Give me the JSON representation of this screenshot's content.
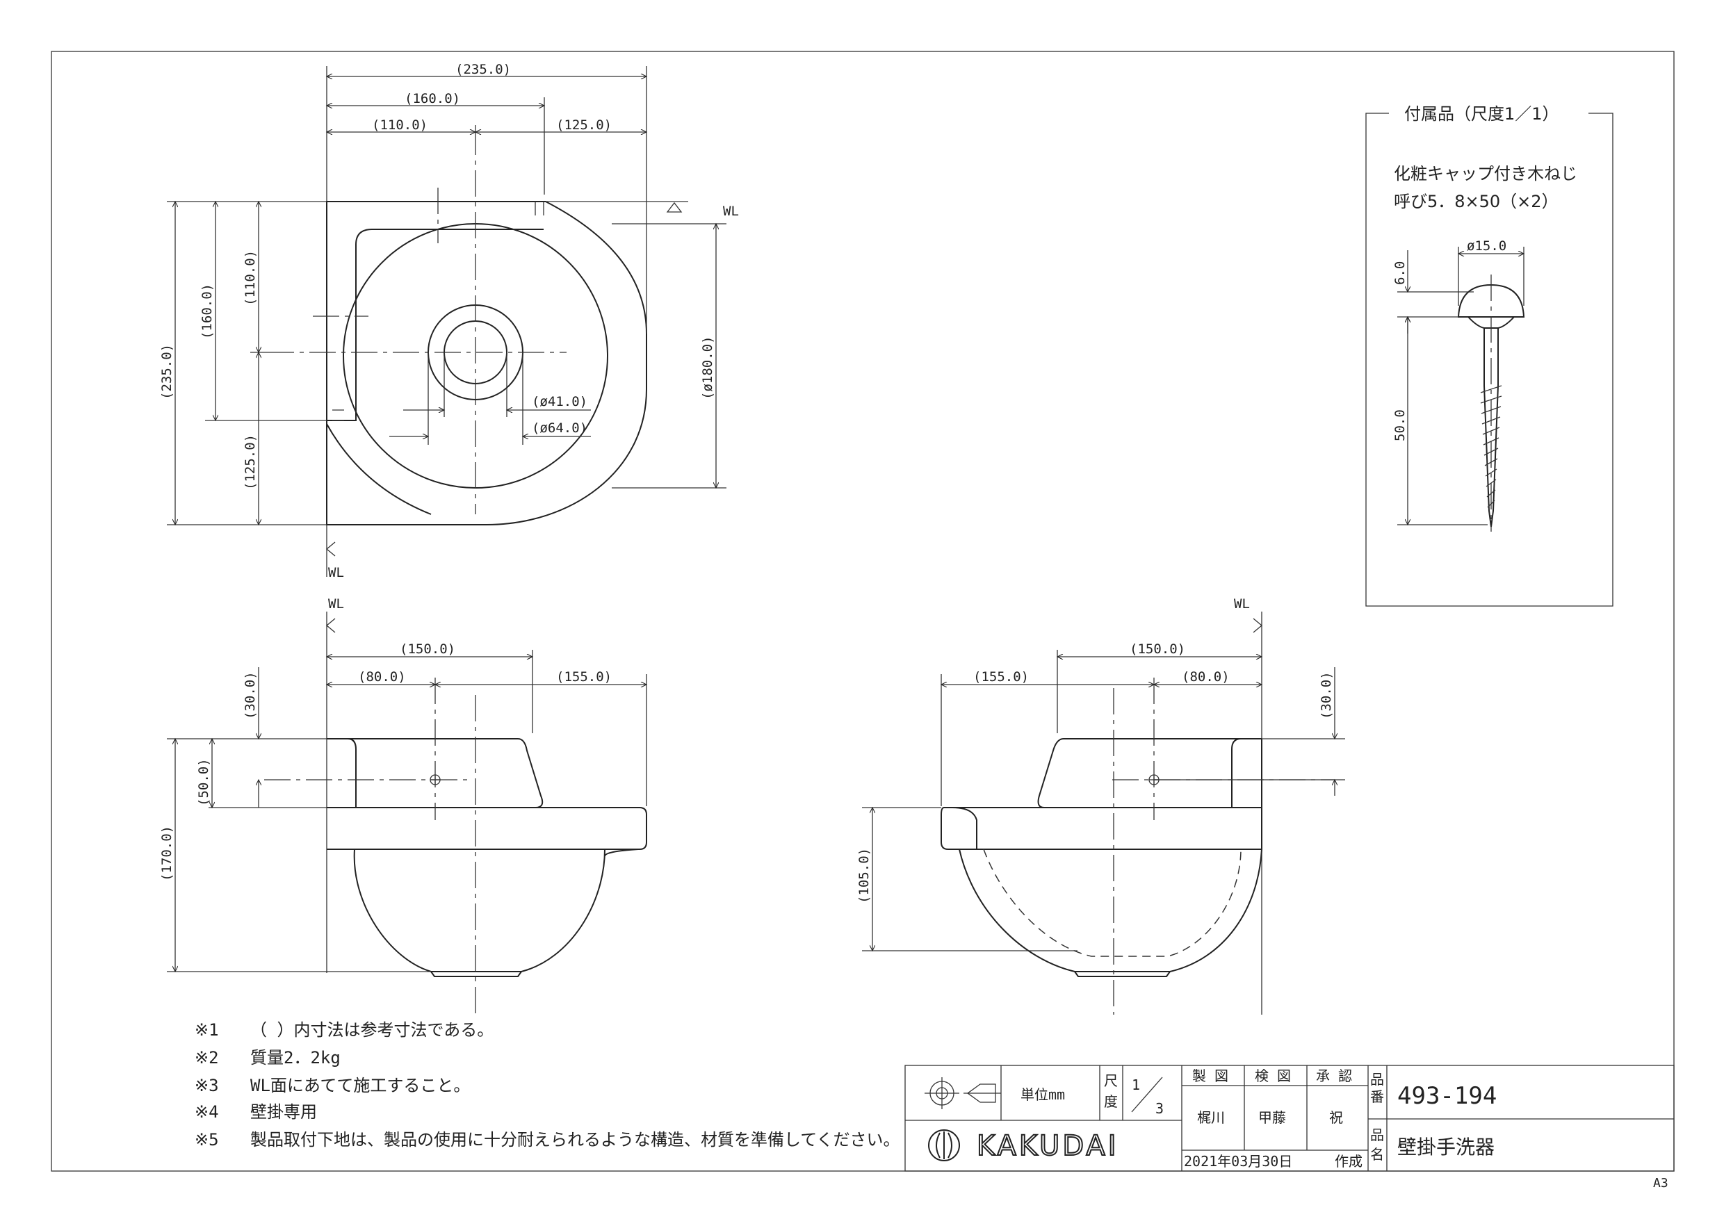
{
  "top_view": {
    "dims": {
      "width_overall": "(235.0)",
      "width_a": "(160.0)",
      "width_left": "(110.0)",
      "width_right": "(125.0)",
      "height_overall": "(235.0)",
      "height_a": "(160.0)",
      "height_top": "(110.0)",
      "height_bottom": "(125.0)",
      "bowl_diameter": "(ø180.0)",
      "drain_inner": "(ø41.0)",
      "drain_outer": "(ø64.0)"
    },
    "wl_right": "WL",
    "wl_bottom": "WL"
  },
  "front_view": {
    "wl": "WL",
    "dims": {
      "width_a": "(150.0)",
      "width_left": "(80.0)",
      "width_right": "(155.0)",
      "top_offset": "(30.0)",
      "back_height": "(50.0)",
      "height_overall": "(170.0)"
    }
  },
  "side_view": {
    "wl": "WL",
    "dims": {
      "width_a": "(150.0)",
      "width_left": "(155.0)",
      "width_right": "(80.0)",
      "top_offset": "(30.0)",
      "bowl_depth": "(105.0)"
    }
  },
  "accessory": {
    "title": "付属品（尺度1／1）",
    "name_line1": "化粧キャップ付き木ねじ",
    "name_line2": "呼び5．8×50（×2）",
    "dims": {
      "cap_diameter": "ø15.0",
      "cap_height": "6.0",
      "screw_length": "50.0"
    }
  },
  "notes": [
    {
      "mark": "※1",
      "text": "（ ）内寸法は参考寸法である。"
    },
    {
      "mark": "※2",
      "text": "質量2．2kg"
    },
    {
      "mark": "※3",
      "text": "WL面にあてて施工すること。"
    },
    {
      "mark": "※4",
      "text": "壁掛専用"
    },
    {
      "mark": "※5",
      "text": "製品取付下地は、製品の使用に十分耐えられるような構造、材質を準備してください。"
    }
  ],
  "title_block": {
    "unit_label": "単位mm",
    "scale_label_1": "尺",
    "scale_label_2": "度",
    "scale_num": "1",
    "scale_den": "3",
    "drawn_label": "製 図",
    "checked_label": "検 図",
    "approved_label": "承 認",
    "drawn_by": "梶川",
    "checked_by": "甲藤",
    "approved_by": "祝",
    "part_no_label_1": "品",
    "part_no_label_2": "番",
    "part_no": "493-194",
    "part_name_label_1": "品",
    "part_name_label_2": "名",
    "part_name": "壁掛手洗器",
    "company": "KAKUDAI",
    "date": "2021年03月30日",
    "date_suffix": "作成"
  },
  "paper_size": "A3"
}
